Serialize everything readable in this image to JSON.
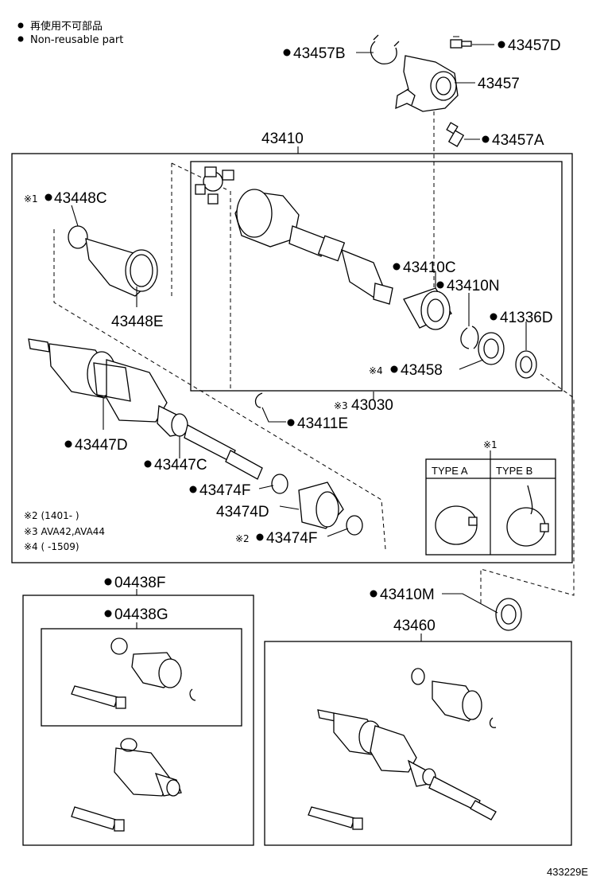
{
  "legend": {
    "dot_jp": "再使用不可部品",
    "dot_en": "Non-reusable part"
  },
  "parts": {
    "p43457B": "43457B",
    "p43457D": "43457D",
    "p43457": "43457",
    "p43457A": "43457A",
    "p43410": "43410",
    "p43448C": "43448C",
    "p43448E": "43448E",
    "p43410C": "43410C",
    "p43410N": "43410N",
    "p41336D": "41336D",
    "p43458": "43458",
    "p43030": "43030",
    "p43411E": "43411E",
    "p43447D": "43447D",
    "p43447C": "43447C",
    "p43474F_1": "43474F",
    "p43474D": "43474D",
    "p43474F_2": "43474F",
    "p04438F": "04438F",
    "p04438G": "04438G",
    "p43410M": "43410M",
    "p43460": "43460"
  },
  "marks": {
    "m1_448c": "※1",
    "m4_458": "※4",
    "m3_030": "※3",
    "m2_474f": "※2",
    "m1_type": "※1"
  },
  "type_box": {
    "type_a": "TYPE A",
    "type_b": "TYPE B"
  },
  "notes": {
    "n2": "※2 (1401-   )",
    "n3": "※3 AVA42,AVA44",
    "n4": "※4 (     -1509)"
  },
  "figure_id": "433229E"
}
